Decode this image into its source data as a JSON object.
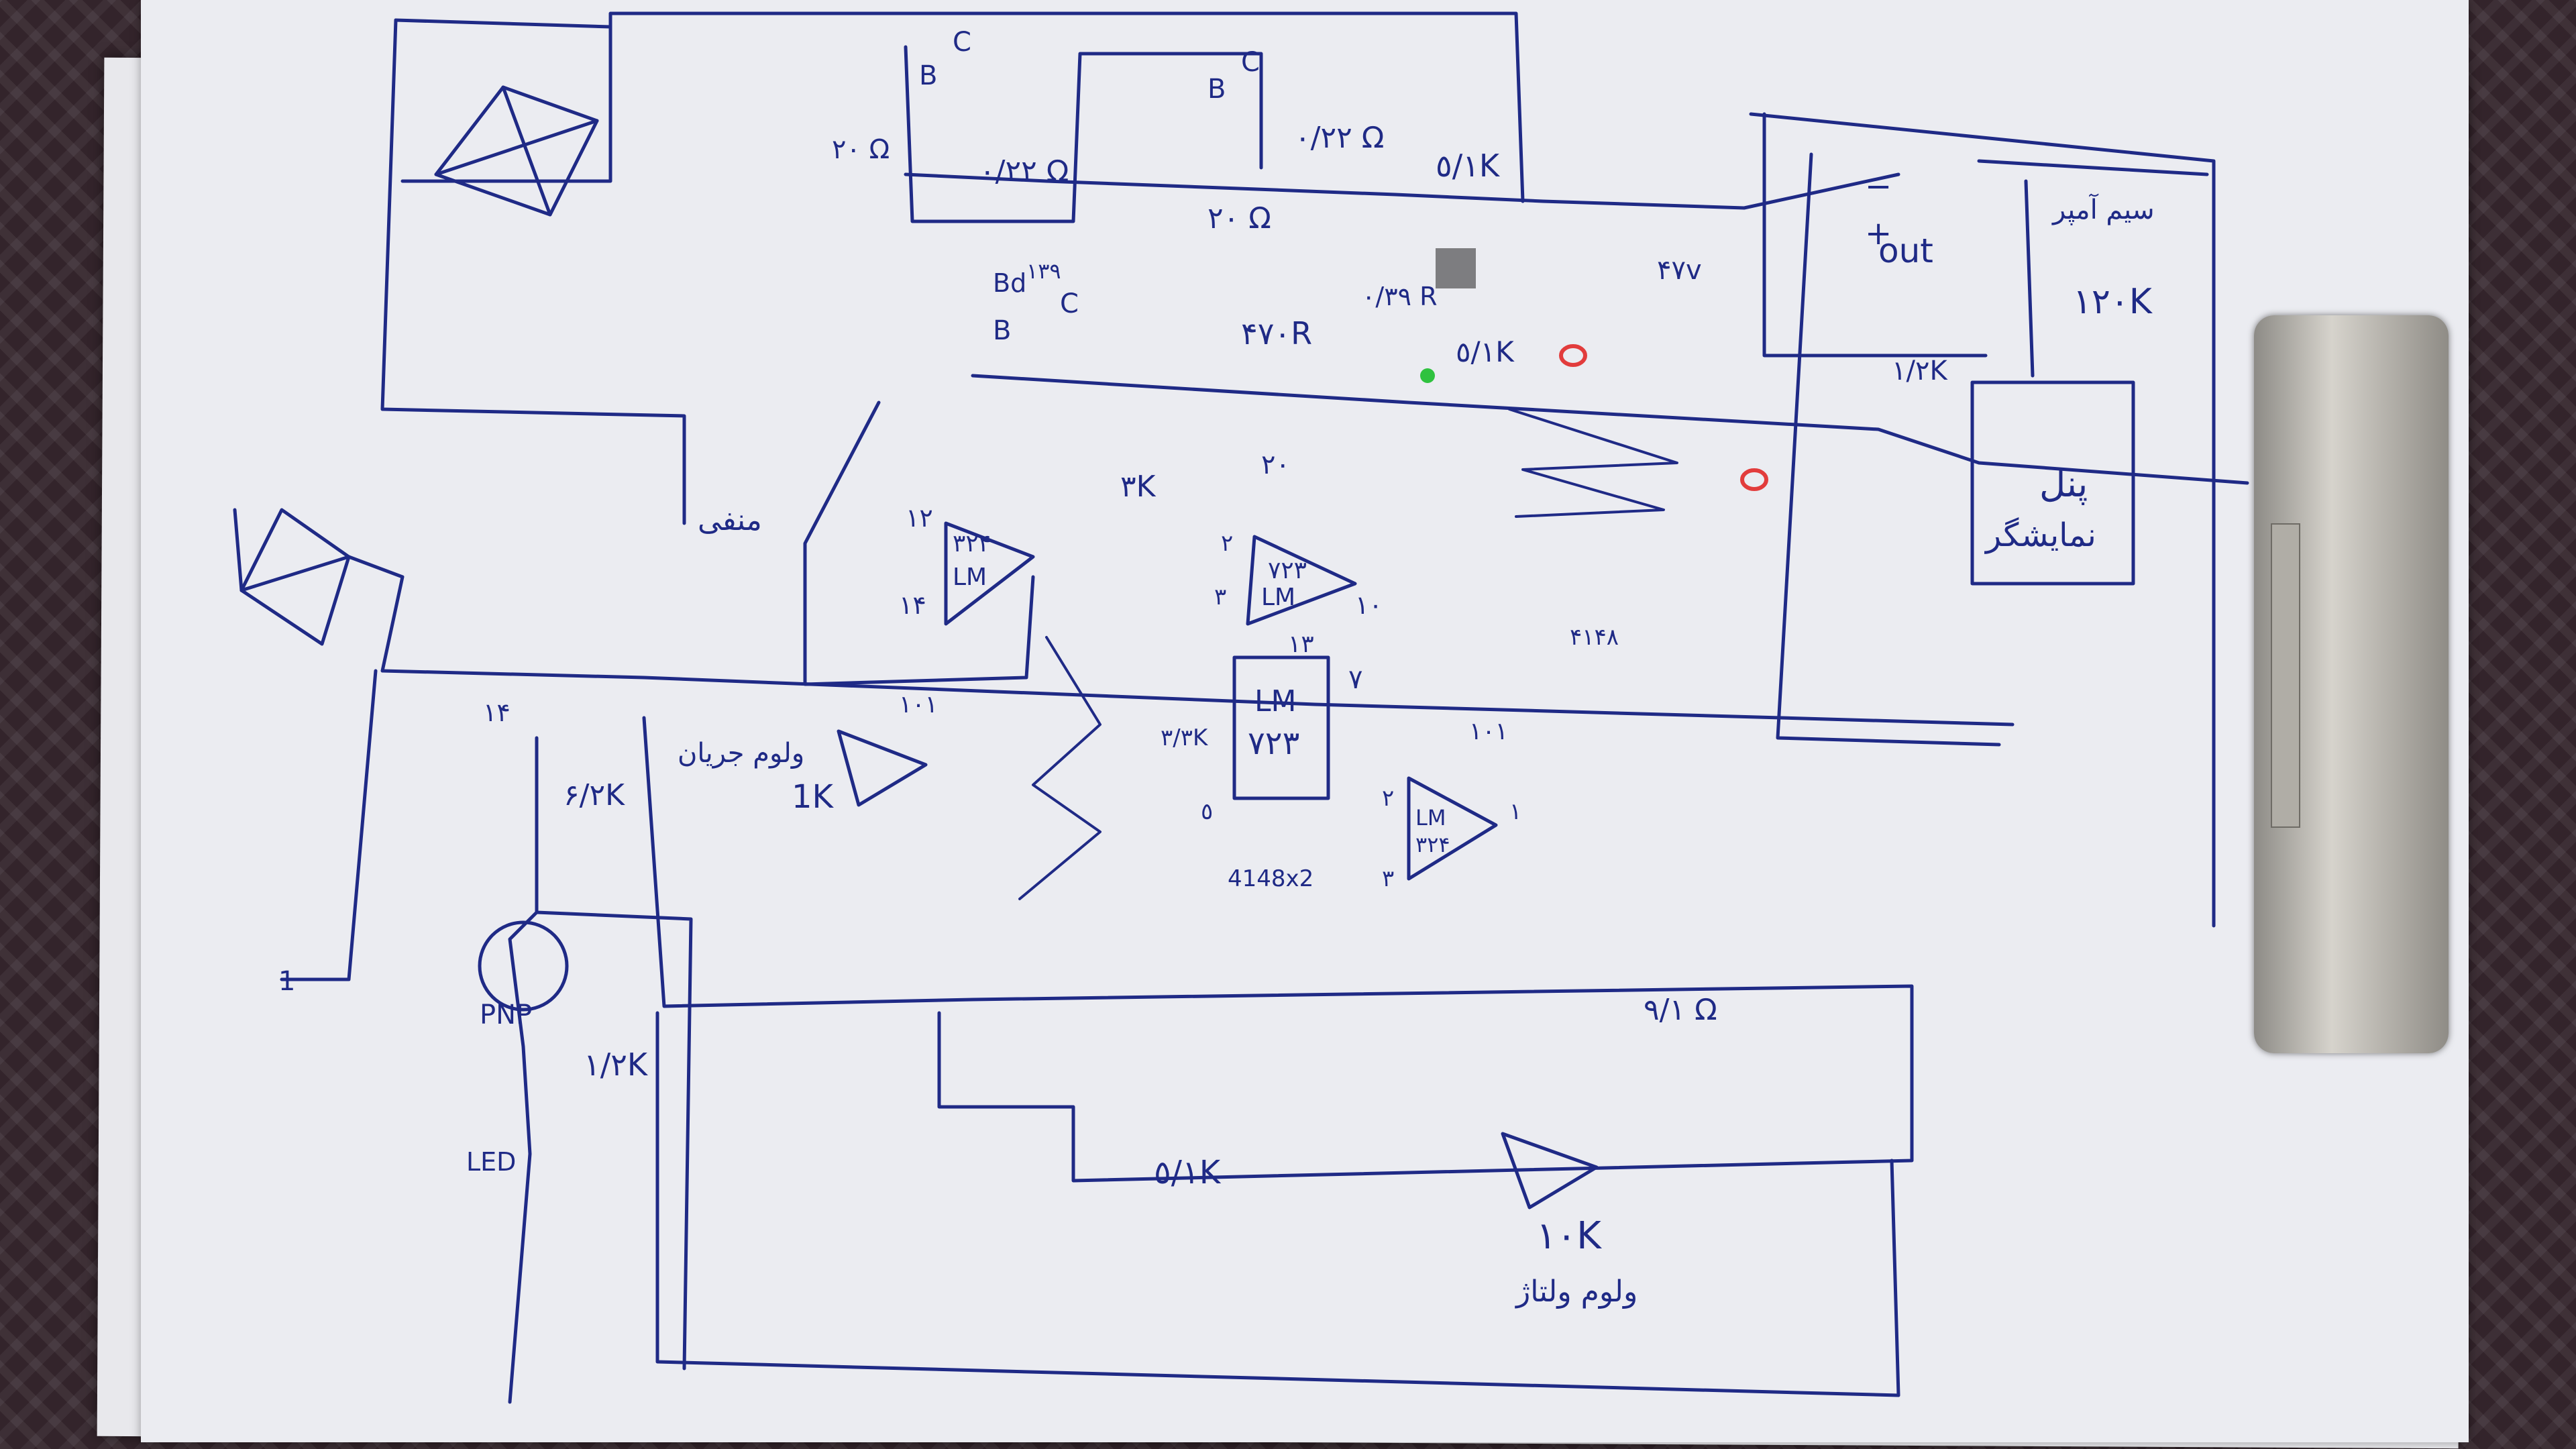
{
  "labels": {
    "r_1": "٠/٢٢ Ω",
    "r_2": "٠/٢٢ Ω",
    "r_20_left": "٢٠ Ω",
    "r_20_mid": "٢٠ Ω",
    "r_5_1k_top": "٥/١K",
    "r_470": "۴٧٠R",
    "r_5_1k_mid": "٥/١K",
    "r_0_39": "٠/٣٩ R",
    "r_3k": "٣K",
    "r_20_opamp": "٢٠",
    "r_1_2k_right": "١/٢K",
    "r_120k": "١٢٠K",
    "r_6_2k": "۶/٢K",
    "r_1_2k_led": "١/٢K",
    "r_1k": "1K",
    "r_5_1k_bottom": "٥/١K",
    "r_10k": "١٠K",
    "r_9_1": "٩/١ Ω",
    "r_3_3k": "٣/٣K",
    "cap_101_left": "١٠١",
    "cap_101_right": "١٠١",
    "cap_47v": "۴٧v",
    "transistor_b1": "B",
    "transistor_c1": "C",
    "transistor_b2": "B",
    "transistor_c2": "C",
    "transistor_bd": "Bd",
    "transistor_bd_num": "١٣٩",
    "transistor_b3": "B",
    "transistor_c3": "C",
    "ic_lm324_top": "LM",
    "ic_lm324_top_num": "٣٢۴",
    "ic_lm723_opamp": "LM",
    "ic_lm723_opamp_num": "٧٢٣",
    "ic_lm723_main": "LM",
    "ic_lm723_main_num": "٧٢٣",
    "ic_lm324_bottom": "LM",
    "ic_lm324_bottom_num": "٣٢۴",
    "pin_12": "١٢",
    "pin_14": "١۴",
    "pin_3": "٣",
    "pin_2": "٢",
    "pin_10": "١٠",
    "pin_13": "١٣",
    "pin_7": "٧",
    "pin_5": "٥",
    "pin_1": "١",
    "pin_2b": "٢",
    "pin_3b": "٣",
    "pin_14_left": "١۴",
    "diode_4148": "۴١۴٨",
    "diodes_4148": "4148x2",
    "negative": "منفی",
    "current_vol": "ولوم جریان",
    "voltage_vol": "ولوم ولتاژ",
    "ammeter": "سیم آمپر",
    "out": "out",
    "plus": "+",
    "minus": "−",
    "panel": "پنل",
    "display": "نمایشگر",
    "pnp": "PNP",
    "led": "LED",
    "one": "1"
  }
}
